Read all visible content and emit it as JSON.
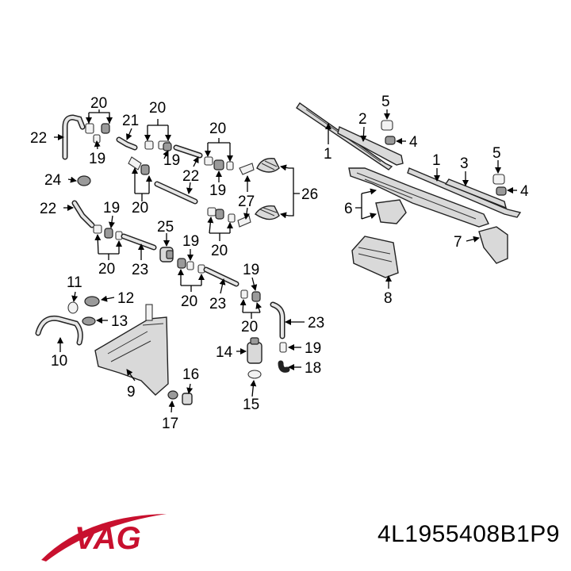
{
  "brand": "VAG",
  "part_number": "4L1955408B1P9",
  "callouts": [
    "1",
    "2",
    "3",
    "4",
    "5",
    "6",
    "7",
    "8",
    "9",
    "10",
    "11",
    "12",
    "13",
    "14",
    "15",
    "16",
    "17",
    "18",
    "19",
    "20",
    "21",
    "22",
    "23",
    "24",
    "25",
    "26",
    "27"
  ],
  "colors": {
    "brand_red": "#c8102e",
    "ink": "#000000"
  }
}
